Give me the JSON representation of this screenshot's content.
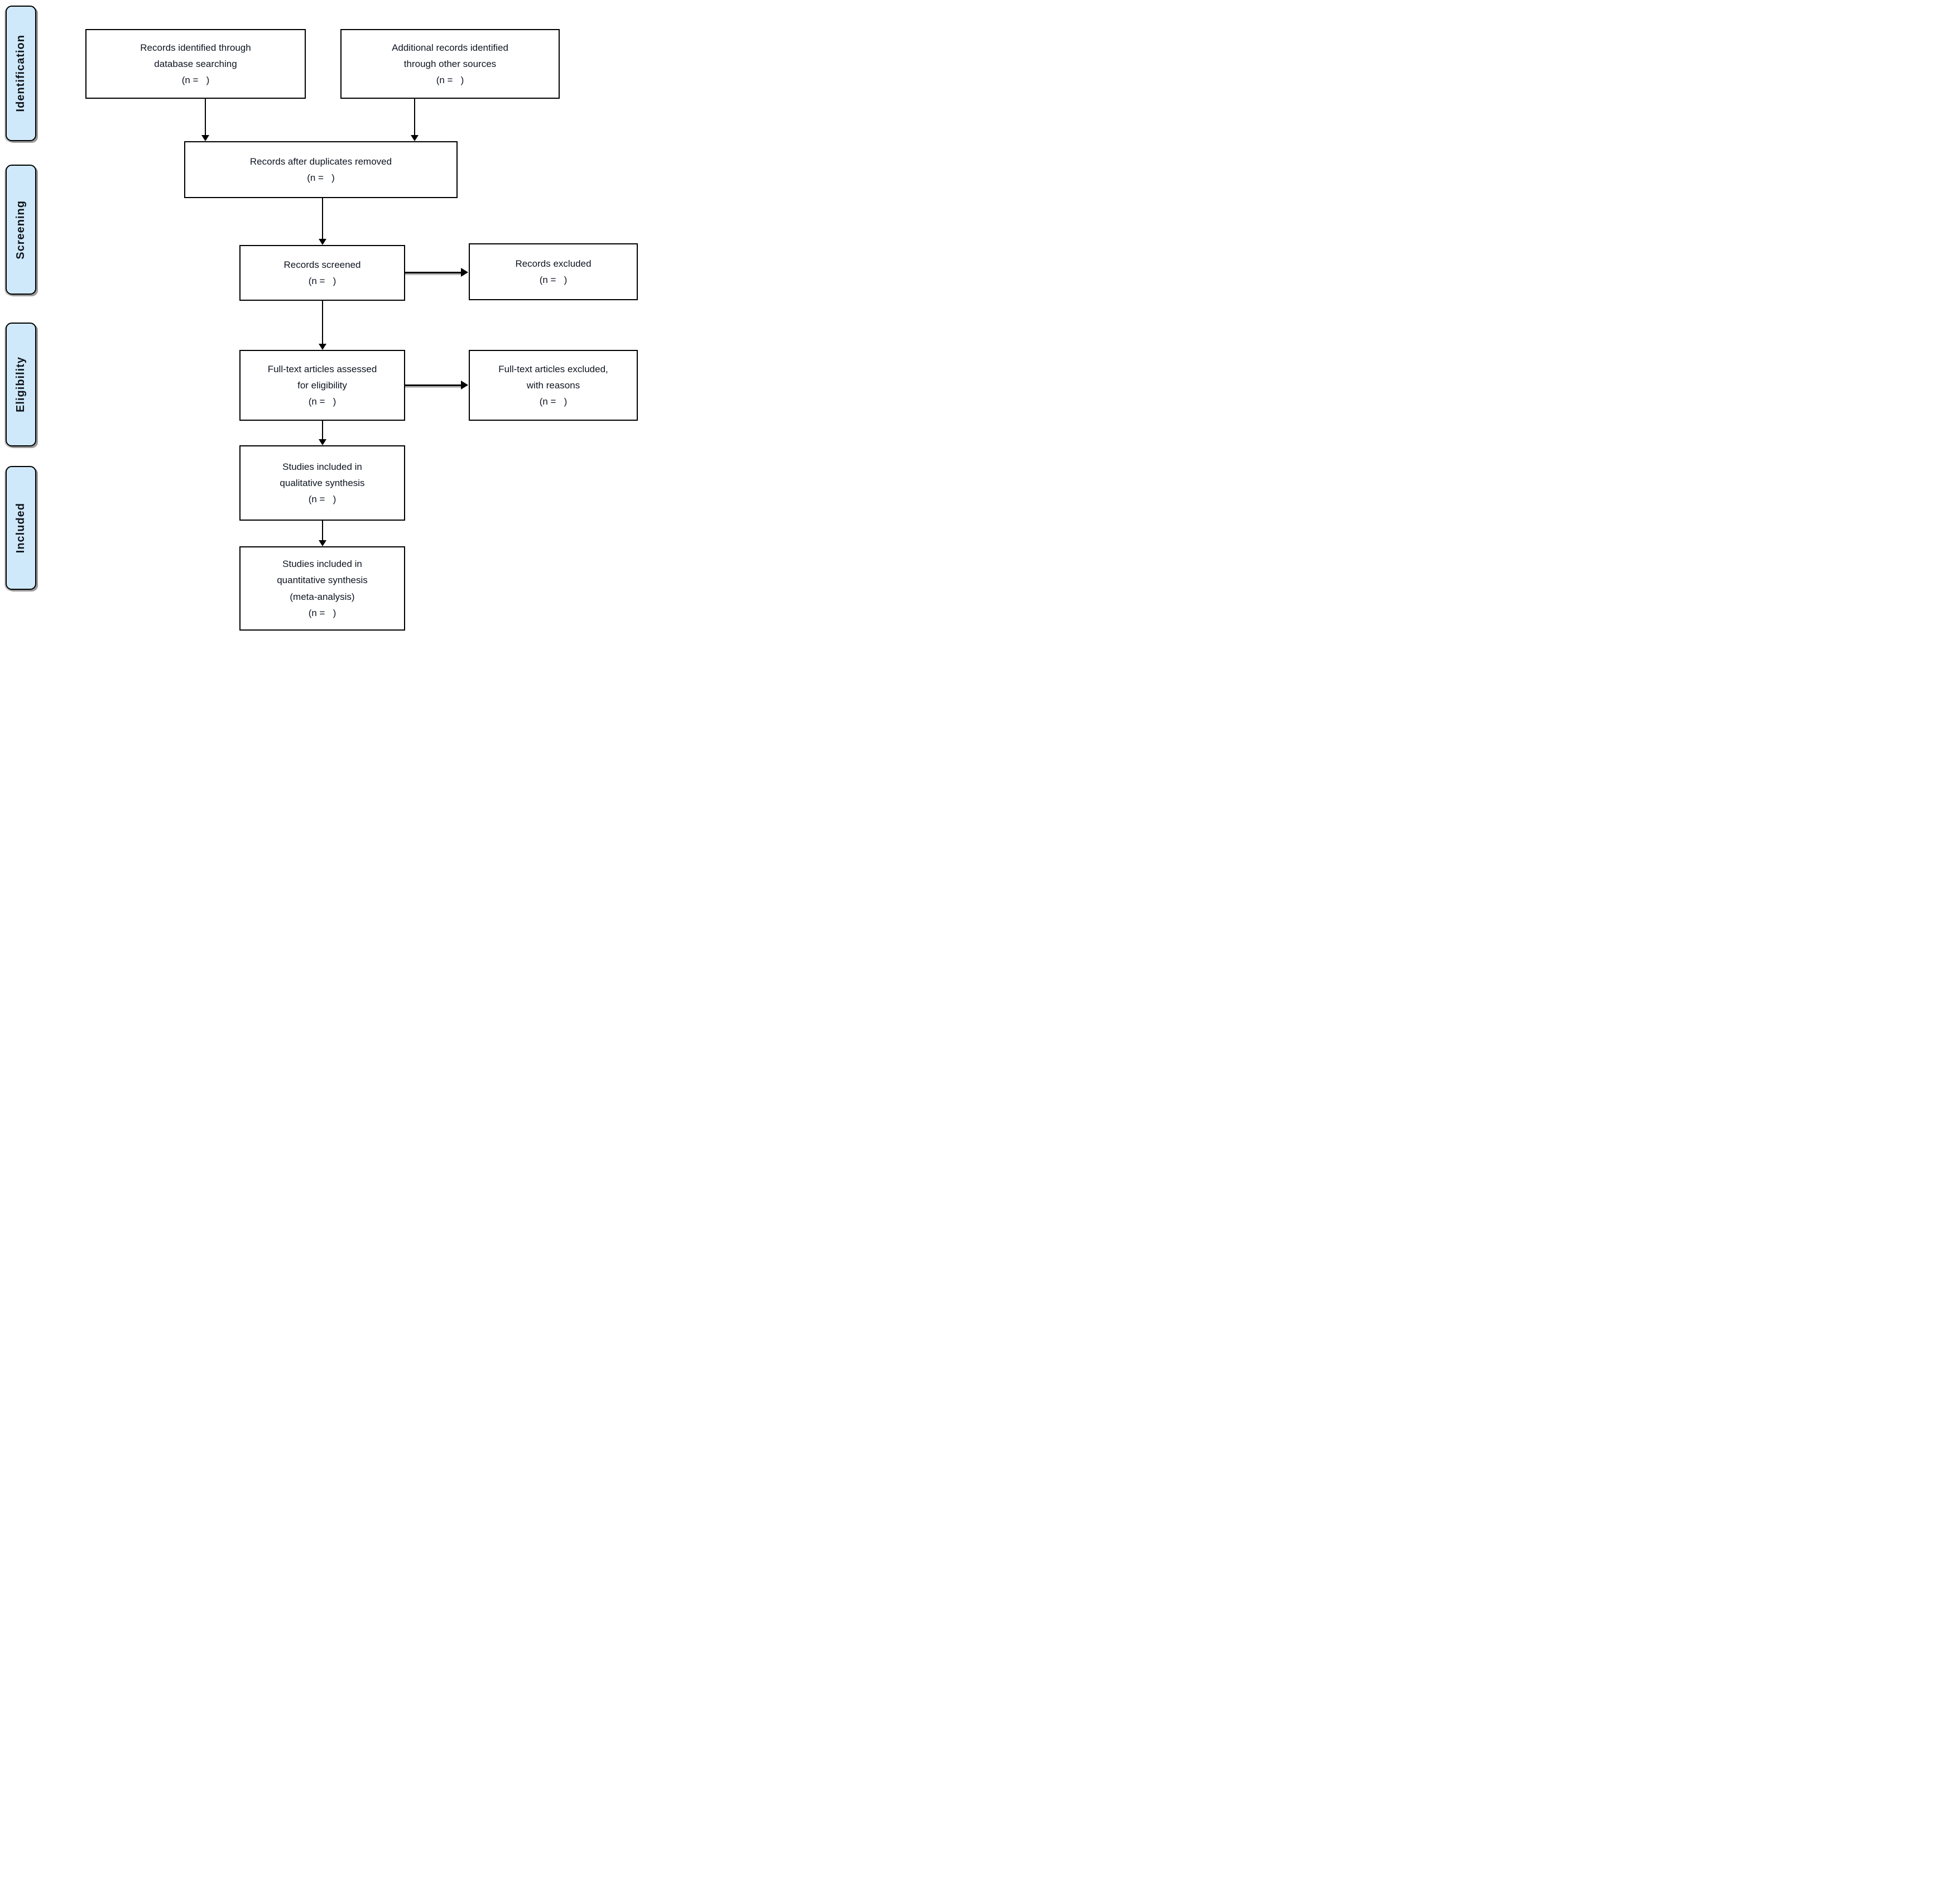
{
  "sidebar": {
    "fill": "#cfe9fb",
    "items": [
      {
        "label": "Identification"
      },
      {
        "label": "Screening"
      },
      {
        "label": "Eligibility"
      },
      {
        "label": "Included"
      }
    ]
  },
  "boxes": {
    "records_db": {
      "lines": [
        "Records identified through",
        "database searching",
        "(n =   )"
      ]
    },
    "records_other": {
      "lines": [
        "Additional records identified",
        "through other sources",
        "(n =   )"
      ]
    },
    "duplicates": {
      "lines": [
        "Records after duplicates removed",
        "(n =   )"
      ]
    },
    "screened": {
      "lines": [
        "Records screened",
        "(n =   )"
      ]
    },
    "excluded": {
      "lines": [
        "Records excluded",
        "(n =   )"
      ]
    },
    "fulltext": {
      "lines": [
        "Full-text articles assessed",
        "for eligibility",
        "(n =   )"
      ]
    },
    "ft_excluded": {
      "lines": [
        "Full-text articles excluded,",
        "with reasons",
        "(n =   )"
      ]
    },
    "qualitative": {
      "lines": [
        "Studies included in",
        "qualitative synthesis",
        "(n =   )"
      ]
    },
    "quantitative": {
      "lines": [
        "Studies included in",
        "quantitative synthesis",
        "(meta-analysis)",
        "(n =   )"
      ]
    }
  },
  "colors": {
    "sidebar_fill": "#cfe9fb",
    "box_border": "#000000",
    "text": "#0d1420",
    "arrow": "#000000",
    "arrow_shadow": "#a5a5a5"
  }
}
